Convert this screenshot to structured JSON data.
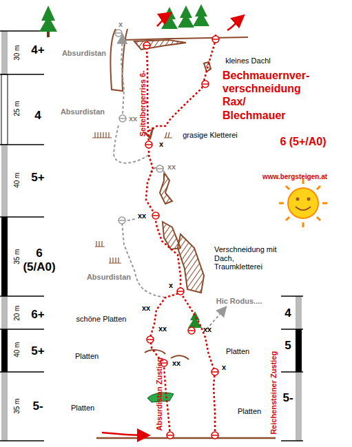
{
  "diagram": {
    "title": "Bechmauernver- verschneidung Rax/ Blechmauer",
    "labels": [
      "4+",
      "Absurdistan",
      "x",
      "kleines Dachl",
      "4",
      "Absurdistan",
      "xx",
      "Seitelbergerriss 6-",
      "6 (5+/A0)",
      "x",
      "grasige Kletterei",
      "xx",
      "www.bergsteigen.at",
      "5+",
      "xx",
      "6 (5/A0)",
      "Verschneidung mit Dach, Traumkletterei",
      "Absurdistan",
      "x",
      "xx",
      "Hic Rodus....",
      "6+",
      "schöne Platten",
      "xx",
      "xx",
      "4",
      "5+",
      "Platten",
      "Platten",
      "xx",
      "x",
      "5",
      "Absurdistan Zustieg",
      "Reichensteiner Zustieg",
      "5-",
      "Platten",
      "Platten",
      "5-",
      "30 m",
      "25 m",
      "40 m",
      "35 m",
      "20 m",
      "40 m",
      "35 m"
    ]
  }
}
